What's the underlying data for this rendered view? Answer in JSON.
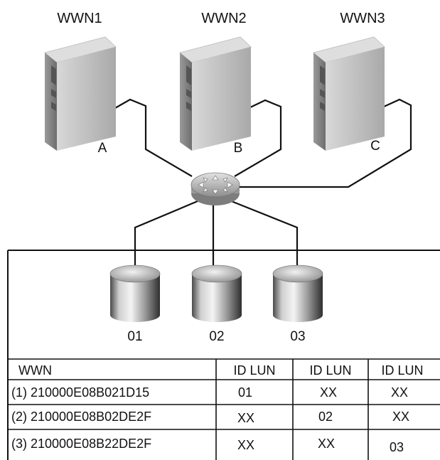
{
  "servers": [
    {
      "wwn": "WWN1",
      "port": "A"
    },
    {
      "wwn": "WWN2",
      "port": "B"
    },
    {
      "wwn": "WWN3",
      "port": "C"
    }
  ],
  "disks": [
    "01",
    "02",
    "03"
  ],
  "table": {
    "headers": [
      "WWN",
      "ID LUN",
      "ID LUN",
      "ID LUN"
    ],
    "rows": [
      [
        "(1) 210000E08B021D15",
        "01",
        "XX",
        "XX"
      ],
      [
        "(2) 210000E08B02DE2F",
        "XX",
        "02",
        "XX"
      ],
      [
        "(3) 210000E08B22DE2F",
        "XX",
        "XX",
        "03"
      ]
    ]
  },
  "colors": {
    "line": "#111111",
    "server_front": "#c9c9c9",
    "server_side": "#8e8e8e",
    "server_top": "#dcdcdc",
    "switch": "#b8b8b8",
    "disk_light": "#e8e8e8",
    "disk_dark": "#3c3c3c"
  },
  "icons": [
    "server-icon",
    "switch-icon",
    "disk-icon"
  ]
}
